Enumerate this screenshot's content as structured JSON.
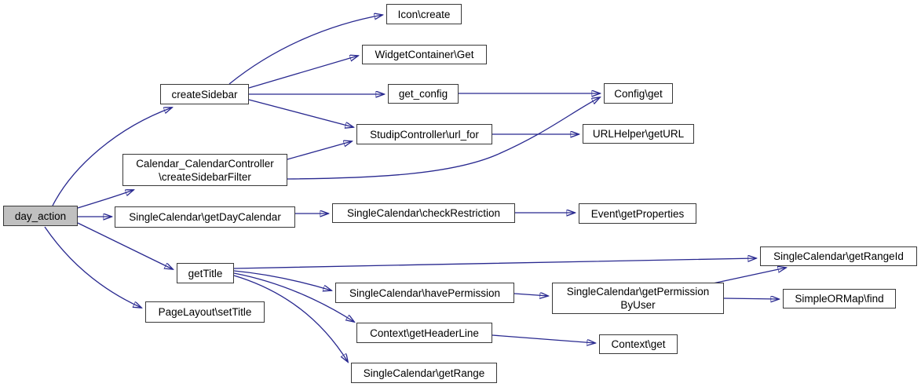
{
  "diagram": {
    "type": "call-graph",
    "root": "day_action",
    "edge_color": "#28288f",
    "node_fill": "#ffffff",
    "root_node_fill": "#c0c0c0",
    "node_border_color": "#383838",
    "nodes": {
      "day_action": {
        "label": "day_action"
      },
      "createSidebar": {
        "label": "createSidebar"
      },
      "createSidebarFilter": {
        "label": "Calendar_CalendarController\n\\createSidebarFilter"
      },
      "getDayCalendar": {
        "label": "SingleCalendar\\getDayCalendar"
      },
      "getTitle": {
        "label": "getTitle"
      },
      "setTitle": {
        "label": "PageLayout\\setTitle"
      },
      "iconCreate": {
        "label": "Icon\\create"
      },
      "widgetContainerGet": {
        "label": "WidgetContainer\\Get"
      },
      "getConfig": {
        "label": "get_config"
      },
      "urlFor": {
        "label": "StudipController\\url_for"
      },
      "configGet": {
        "label": "Config\\get"
      },
      "getURL": {
        "label": "URLHelper\\getURL"
      },
      "checkRestriction": {
        "label": "SingleCalendar\\checkRestriction"
      },
      "getProperties": {
        "label": "Event\\getProperties"
      },
      "havePermission": {
        "label": "SingleCalendar\\havePermission"
      },
      "getHeaderLine": {
        "label": "Context\\getHeaderLine"
      },
      "getRange": {
        "label": "SingleCalendar\\getRange"
      },
      "getRangeId": {
        "label": "SingleCalendar\\getRangeId"
      },
      "getPermissionByUser": {
        "label": "SingleCalendar\\getPermission\nByUser"
      },
      "simpleORMapFind": {
        "label": "SimpleORMap\\find"
      },
      "contextGet": {
        "label": "Context\\get"
      }
    },
    "edges": [
      {
        "from": "day_action",
        "to": "createSidebar"
      },
      {
        "from": "day_action",
        "to": "createSidebarFilter"
      },
      {
        "from": "day_action",
        "to": "getDayCalendar"
      },
      {
        "from": "day_action",
        "to": "getTitle"
      },
      {
        "from": "day_action",
        "to": "setTitle"
      },
      {
        "from": "createSidebar",
        "to": "iconCreate"
      },
      {
        "from": "createSidebar",
        "to": "widgetContainerGet"
      },
      {
        "from": "createSidebar",
        "to": "getConfig"
      },
      {
        "from": "createSidebar",
        "to": "urlFor"
      },
      {
        "from": "createSidebarFilter",
        "to": "urlFor"
      },
      {
        "from": "createSidebarFilter",
        "to": "configGet"
      },
      {
        "from": "getConfig",
        "to": "configGet"
      },
      {
        "from": "urlFor",
        "to": "getURL"
      },
      {
        "from": "getDayCalendar",
        "to": "checkRestriction"
      },
      {
        "from": "checkRestriction",
        "to": "getProperties"
      },
      {
        "from": "getTitle",
        "to": "getRangeId"
      },
      {
        "from": "getTitle",
        "to": "havePermission"
      },
      {
        "from": "getTitle",
        "to": "getHeaderLine"
      },
      {
        "from": "getTitle",
        "to": "getRange"
      },
      {
        "from": "havePermission",
        "to": "getPermissionByUser"
      },
      {
        "from": "getPermissionByUser",
        "to": "getRangeId"
      },
      {
        "from": "getPermissionByUser",
        "to": "simpleORMapFind"
      },
      {
        "from": "getHeaderLine",
        "to": "contextGet"
      }
    ]
  }
}
